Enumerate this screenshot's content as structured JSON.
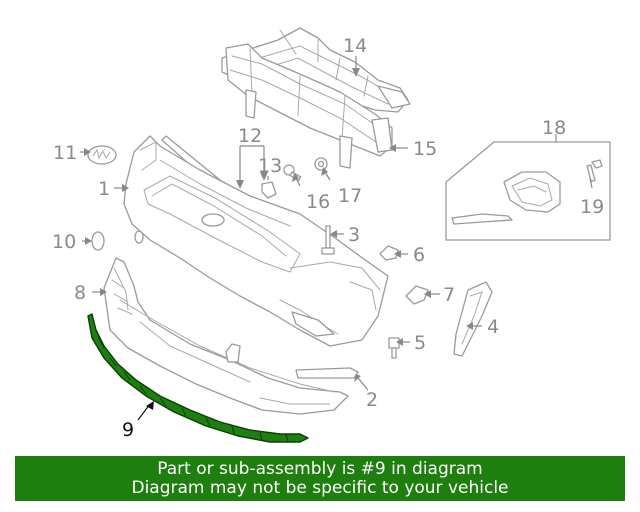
{
  "callouts": {
    "c1": "1",
    "c2": "2",
    "c3": "3",
    "c4": "4",
    "c5": "5",
    "c6": "6",
    "c7": "7",
    "c8": "8",
    "c9": "9",
    "c10": "10",
    "c11": "11",
    "c12": "12",
    "c13": "13",
    "c14": "14",
    "c15": "15",
    "c16": "16",
    "c17": "17",
    "c18": "18",
    "c19": "19"
  },
  "highlighted_part": "9",
  "colors": {
    "highlight": "#1e7e0e",
    "banner_text": "#ffffff",
    "lines": "#9a9a9a"
  },
  "banner": {
    "line1": "Part or sub-assembly is #9 in diagram",
    "line2": "Diagram may not be specific to your vehicle"
  }
}
